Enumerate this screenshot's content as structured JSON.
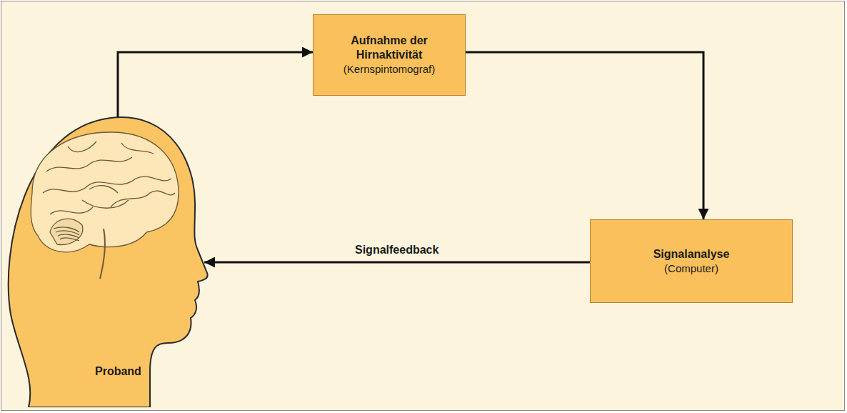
{
  "diagram": {
    "nodes": [
      {
        "text": [
          "Aufnahme der Hirnaktivität",
          "(Kernspintomograf)"
        ]
      },
      {
        "text": [
          "Signalanalyse",
          "(Computer)"
        ]
      },
      {
        "text": [
          "Proband"
        ]
      }
    ],
    "edges": [
      {
        "from": 2,
        "to": 0,
        "arrow": "to"
      },
      {
        "from": 0,
        "to": 1,
        "arrow": "to"
      },
      {
        "from": 1,
        "to": 2,
        "label": "Signalfeedback",
        "arrow": "to"
      }
    ]
  }
}
